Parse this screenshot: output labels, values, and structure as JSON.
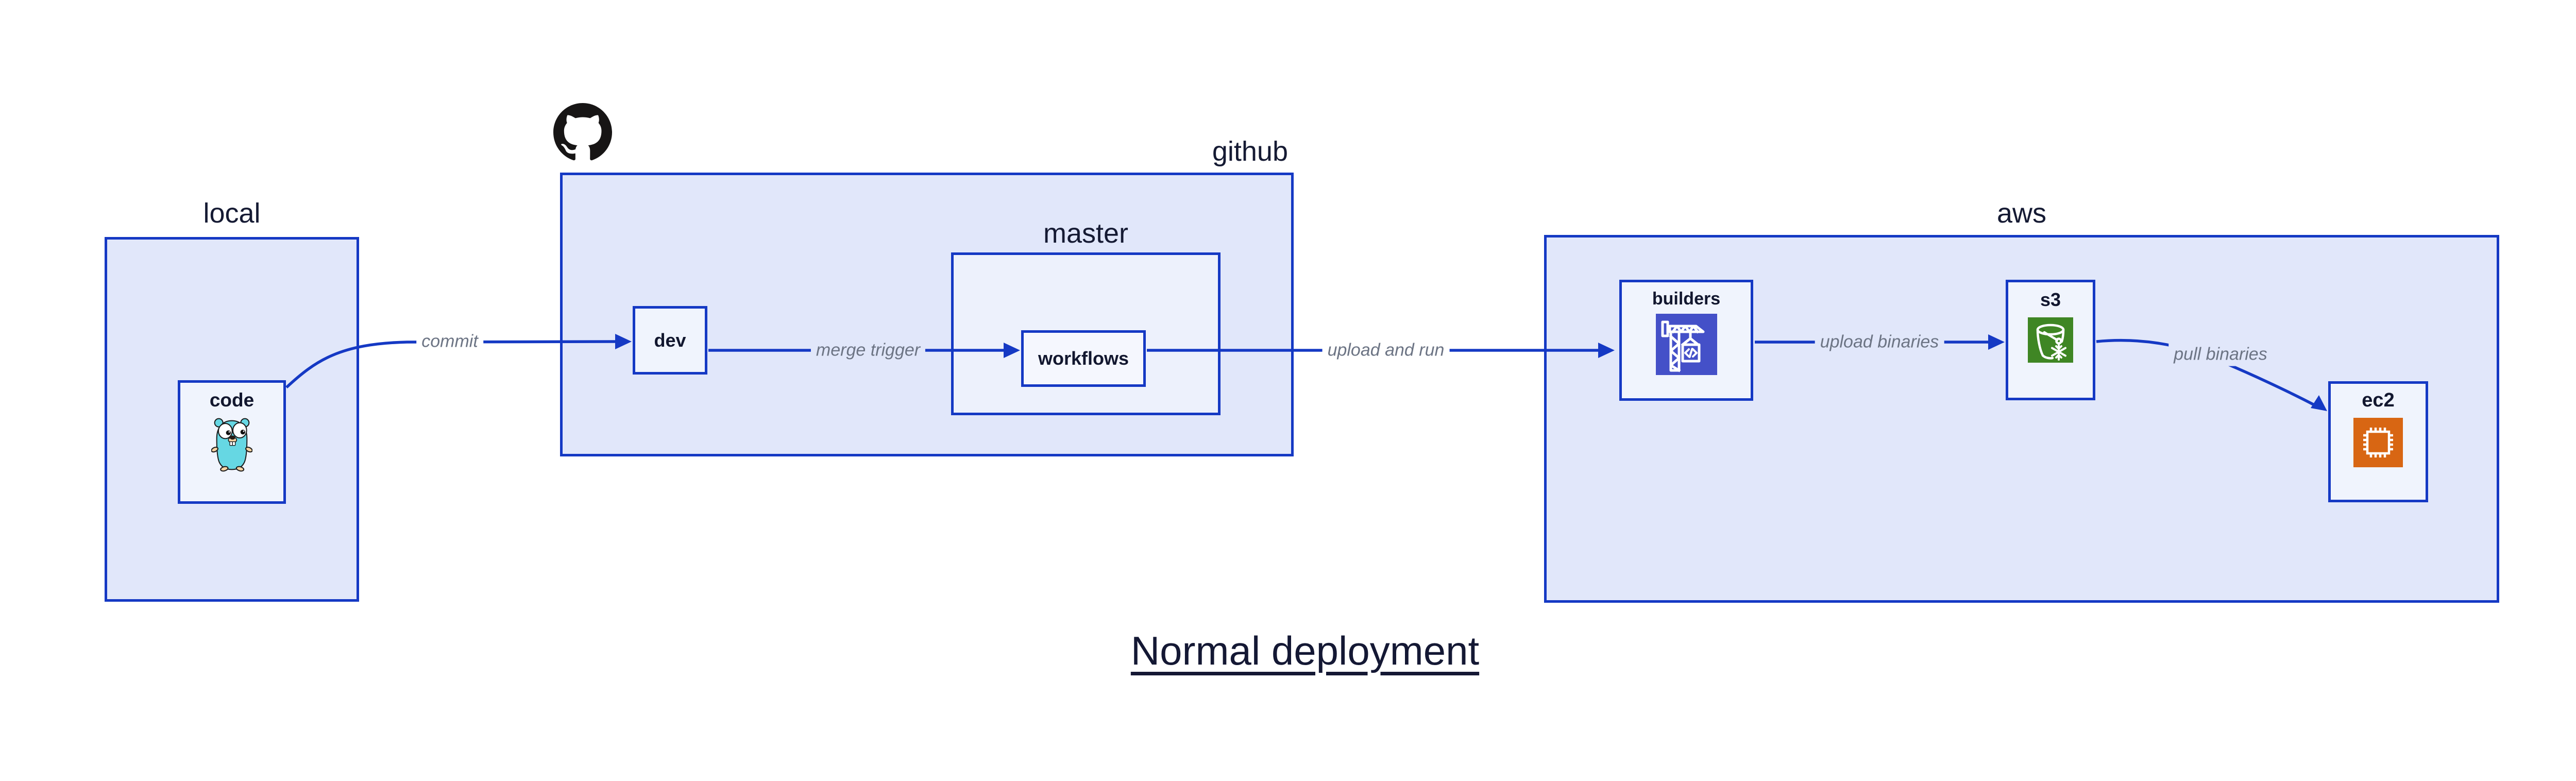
{
  "diagram": {
    "title": "Normal deployment",
    "groups": {
      "local": {
        "label": "local"
      },
      "github": {
        "label": "github"
      },
      "master": {
        "label": "master"
      },
      "aws": {
        "label": "aws"
      }
    },
    "nodes": {
      "code": {
        "label": "code",
        "icon": "gopher-icon"
      },
      "dev": {
        "label": "dev"
      },
      "workflows": {
        "label": "workflows"
      },
      "builders": {
        "label": "builders",
        "icon": "codebuild-crane-icon"
      },
      "s3": {
        "label": "s3",
        "icon": "s3-glacier-bucket-icon"
      },
      "ec2": {
        "label": "ec2",
        "icon": "ec2-chip-icon"
      }
    },
    "edges": [
      {
        "id": "commit",
        "label": "commit",
        "from": "code",
        "to": "dev"
      },
      {
        "id": "merge-trigger",
        "label": "merge trigger",
        "from": "dev",
        "to": "workflows"
      },
      {
        "id": "upload-and-run",
        "label": "upload and run",
        "from": "workflows",
        "to": "builders"
      },
      {
        "id": "upload-binaries",
        "label": "upload binaries",
        "from": "builders",
        "to": "s3"
      },
      {
        "id": "pull-binaries",
        "label": "pull binaries",
        "from": "s3",
        "to": "ec2"
      }
    ],
    "icons": {
      "github-icon": "octocat mark above github group"
    },
    "colors": {
      "border_and_arrow_blue": "#1539C4",
      "group_fill": "#E1E7FA",
      "master_fill": "#EDF1FC",
      "node_fill": "#F0F4FD",
      "label_navy": "#151A33",
      "edge_label_gray": "#6C7484",
      "title_navy": "#141834",
      "github_black": "#171515",
      "codebuild_indigo": "#4450C8",
      "s3_glacier_green": "#3F8624",
      "ec2_orange": "#D86613",
      "gopher_teal": "#66D7E3",
      "gopher_tan": "#F6D2A2"
    }
  }
}
